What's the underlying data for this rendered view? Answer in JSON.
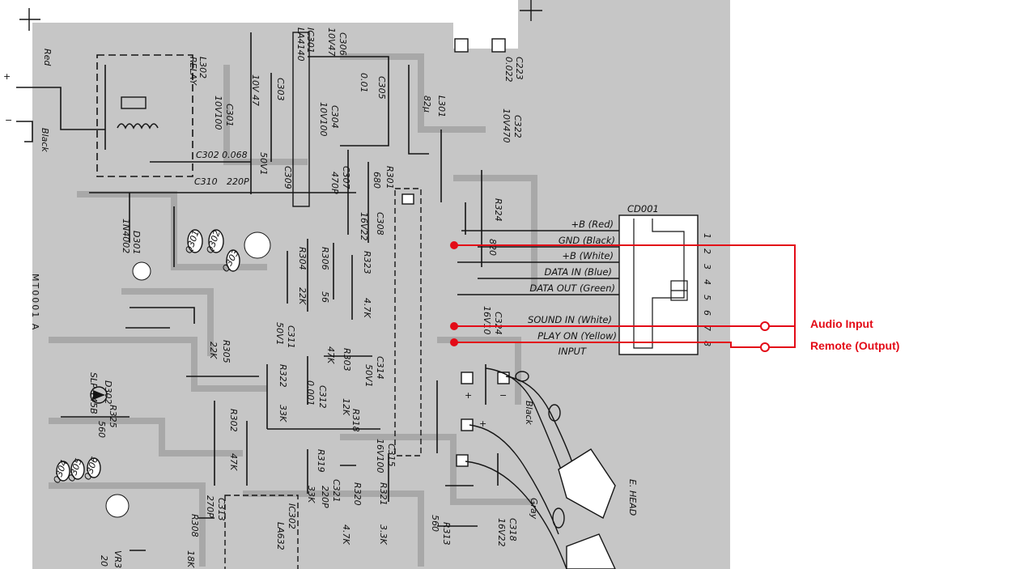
{
  "colors": {
    "board": "#c6c6c6",
    "trace": "#151515",
    "paper": "#ffffff",
    "annotation": "#e30b17"
  },
  "board": {
    "model_label": "MT0001 A",
    "labels": {
      "red": "Red",
      "black": "Black",
      "relay_ref": "L302",
      "relay": "RELAY",
      "ic301": "IC301",
      "ic301_part": "LA4140",
      "c306": "C306",
      "c306_val": "10V47",
      "c303": "C303",
      "c303_val": "10V 47",
      "c305": "C305",
      "c305_val": "0.01",
      "l301": "L301",
      "l301_val": "82μ",
      "c223": "C223",
      "c223_val": "0.022",
      "c322": "C322",
      "c322_val": "10V470",
      "c301": "C301",
      "c301_val": "10V100",
      "c304": "C304",
      "c304_val": "10V100",
      "c302": "C302 0.068",
      "c302_val": "50V1",
      "c310": "C310",
      "c310_val": "220P",
      "c309": "C309",
      "c307": "C307",
      "c307_val": "470P",
      "r301": "R301",
      "r301_val": "680",
      "c308": "C308",
      "c308_val": "16V22",
      "r324": "R324",
      "r324_val": "820",
      "d301": "D301",
      "d301_val": "1N4002",
      "r304": "R304",
      "r304_val": "22K",
      "r306": "R306",
      "r306_val": "56",
      "r323": "R323",
      "r323_val": "4.7K",
      "c311": "C311",
      "c311_val": "50V1",
      "r305": "R305",
      "r305_val": "22K",
      "r303": "R303",
      "r303_val": "47K",
      "c314": "C314",
      "c314_val": "50V1",
      "r322": "R322",
      "r322_val": "33K",
      "c312": "C312",
      "c312_val": "0.001",
      "r318": "R318",
      "r318_val": "12K",
      "c324": "C324",
      "c324_val": "16V10",
      "d302": "D302",
      "d302_val": "SLP-145B",
      "r325": "R325",
      "r325_val": "560",
      "r302": "R302",
      "r302_val": "47K",
      "c315": "C315",
      "c315_val": "16V100",
      "r319": "R319",
      "r319_val": "33K",
      "c321": "C321",
      "c321_val": "220P",
      "r320": "R320",
      "r320_val": "4.7K",
      "r321": "R321",
      "r321_val": "3.3K",
      "r313": "R313",
      "r313_val": "560",
      "c318": "C318",
      "c318_val": "16V22",
      "c313": "C313",
      "c313_val": "270P",
      "r308": "R308",
      "r308_val": "18K",
      "ic302": "IC302",
      "ic302_part": "LA632",
      "vr": "VR3",
      "vr_val": "20",
      "q301": "Q301",
      "q302": "Q302",
      "q303": "Q303",
      "q304": "Q304",
      "q305": "Q305",
      "q306": "Q306",
      "cable_black": "Black",
      "cable_gray": "Gray",
      "ehead": "E. HEAD",
      "plus": "+",
      "minus": "−"
    }
  },
  "connector": {
    "title": "CD001",
    "pins": [
      {
        "num": "1",
        "label": "+B (Red)"
      },
      {
        "num": "2",
        "label": "GND (Black)"
      },
      {
        "num": "3",
        "label": "+B (White)"
      },
      {
        "num": "4",
        "label": "DATA IN (Blue)"
      },
      {
        "num": "5",
        "label": "DATA OUT (Green)"
      },
      {
        "num": "6",
        "label": ""
      },
      {
        "num": "7",
        "label": "SOUND IN (White)"
      },
      {
        "num": "8",
        "label": "PLAY ON (Yellow)"
      }
    ],
    "input_label": "INPUT"
  },
  "annotations": {
    "audio_input": "Audio Input",
    "remote_output": "Remote (Output)"
  }
}
